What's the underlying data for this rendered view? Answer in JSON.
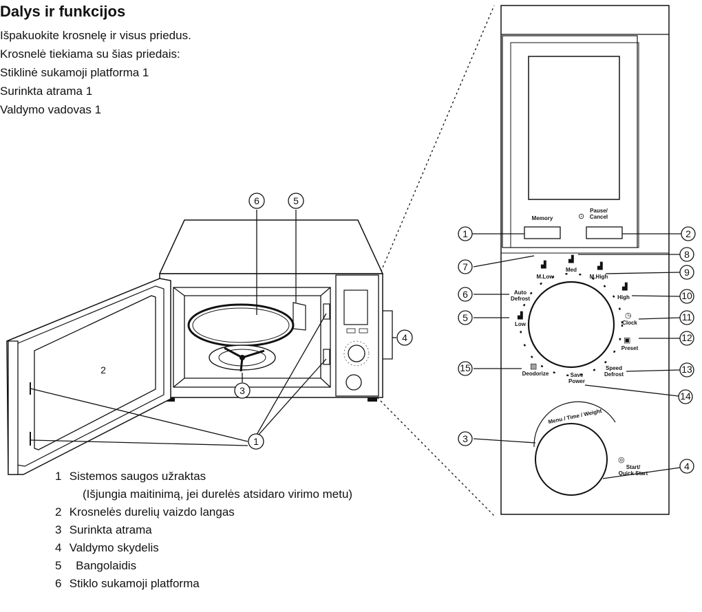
{
  "heading": "Dalys ir funkcijos",
  "intro": [
    "Išpakuokite krosnelę ir visus priedus.",
    "Krosnelė tiekiama su šias priedais:",
    "Stiklinė sukamoji platforma  1",
    "Surinkta atrama  1",
    "Valdymo vadovas  1"
  ],
  "callouts": [
    "1",
    "2",
    "3",
    "4",
    "5",
    "6",
    "7",
    "8",
    "9",
    "10",
    "11",
    "12",
    "13",
    "14",
    "15"
  ],
  "panel": {
    "memory": "Memory",
    "pause1": "Pause/",
    "pause2": "Cancel",
    "mlow": "M.Low",
    "med": "Med",
    "mhigh": "M.High",
    "high": "High",
    "clock": "Clock",
    "preset": "Preset",
    "speed1": "Speed",
    "speed2": "Defrost",
    "save1": "Save",
    "save2": "Power",
    "deodorize": "Deodorize",
    "low": "Low",
    "auto1": "Auto",
    "auto2": "Defrost",
    "dial": "Menu / Time / Weight",
    "start1": "Start/",
    "start2": "Quick Start"
  },
  "legend": [
    {
      "num": "1",
      "text": "Sistemos saugos užraktas"
    },
    {
      "num": "",
      "text": "(Išjungia maitinimą, jei durelės atsidaro virimo metu)"
    },
    {
      "num": "2",
      "text": "Krosnelės durelių vaizdo langas"
    },
    {
      "num": "3",
      "text": "Surinkta atrama"
    },
    {
      "num": "4",
      "text": "Valdymo skydelis"
    },
    {
      "num": "5",
      "text": "  Bangolaidis"
    },
    {
      "num": "6",
      "text": "Stiklo sukamoji platforma"
    }
  ]
}
